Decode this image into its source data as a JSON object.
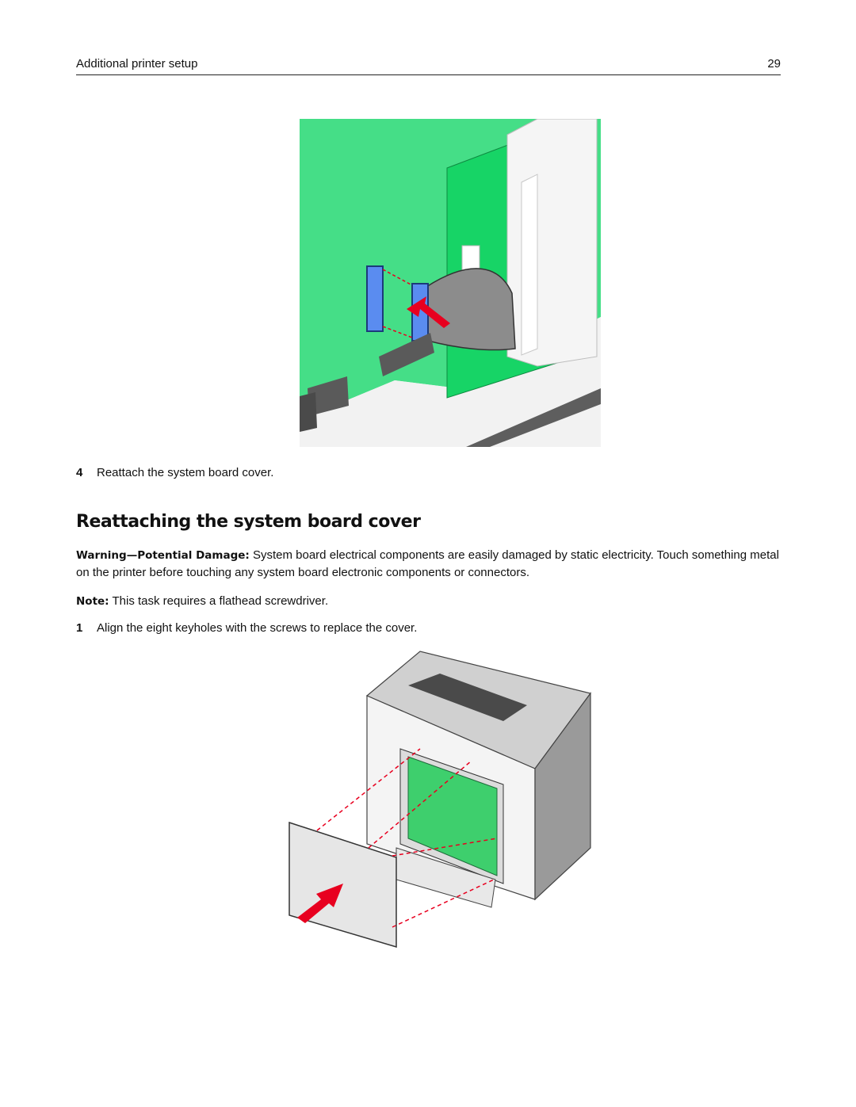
{
  "header": {
    "title": "Additional printer setup",
    "page_number": "29"
  },
  "steps_top": [
    {
      "number": "4",
      "text": "Reattach the system board cover."
    }
  ],
  "section": {
    "heading": "Reattaching the system board cover",
    "warning_label": "Warning—Potential Damage:",
    "warning_text": " System board electrical components are easily damaged by static electricity. Touch something metal on the printer before touching any system board electronic components or connectors.",
    "note_label": "Note:",
    "note_text": " This task requires a flathead screwdriver.",
    "steps": [
      {
        "number": "1",
        "text": "Align the eight keyholes with the screws to replace the cover."
      }
    ]
  },
  "colors": {
    "board_green": "#1fd36a",
    "background_green": "#45de87",
    "connector_blue": "#5a8cf0",
    "arrow_red": "#e8001f",
    "cable_gray": "#8c8c8c"
  }
}
